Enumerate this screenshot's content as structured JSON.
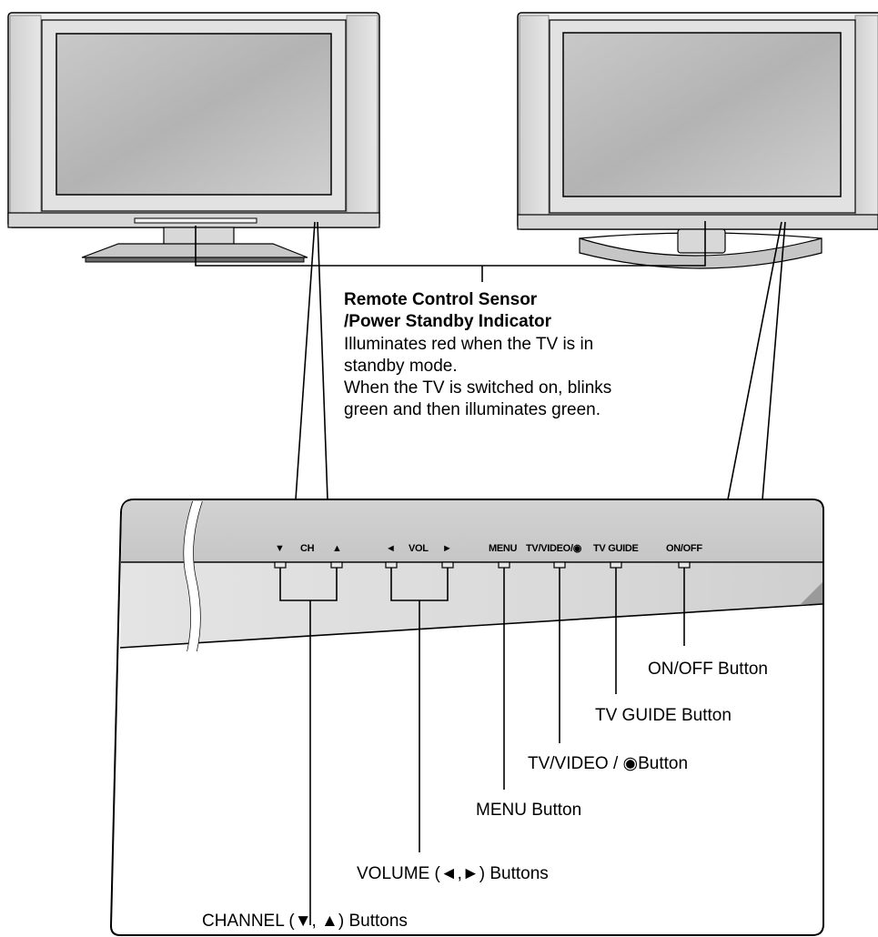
{
  "sensor": {
    "title_line1": "Remote Control Sensor",
    "title_line2": "/Power Standby Indicator",
    "desc_lines": [
      "Illuminates red when the TV is in",
      "standby mode.",
      "When the TV is switched on, blinks",
      "green and then illuminates green."
    ]
  },
  "panel_labels": {
    "ch_down": "▼",
    "ch": "CH",
    "ch_up": "▲",
    "vol_left": "◄",
    "vol": "VOL",
    "vol_right": "►",
    "menu": "MENU",
    "tv_video": "TV/VIDEO/◉",
    "tv_guide": "TV GUIDE",
    "on_off": "ON/OFF"
  },
  "callouts": {
    "on_off": "ON/OFF Button",
    "tv_guide": "TV GUIDE Button",
    "tv_video": "TV/VIDEO / ◉Button",
    "menu": "MENU Button",
    "volume": "VOLUME (◄,►) Buttons",
    "channel": "CHANNEL (▼, ▲) Buttons"
  }
}
